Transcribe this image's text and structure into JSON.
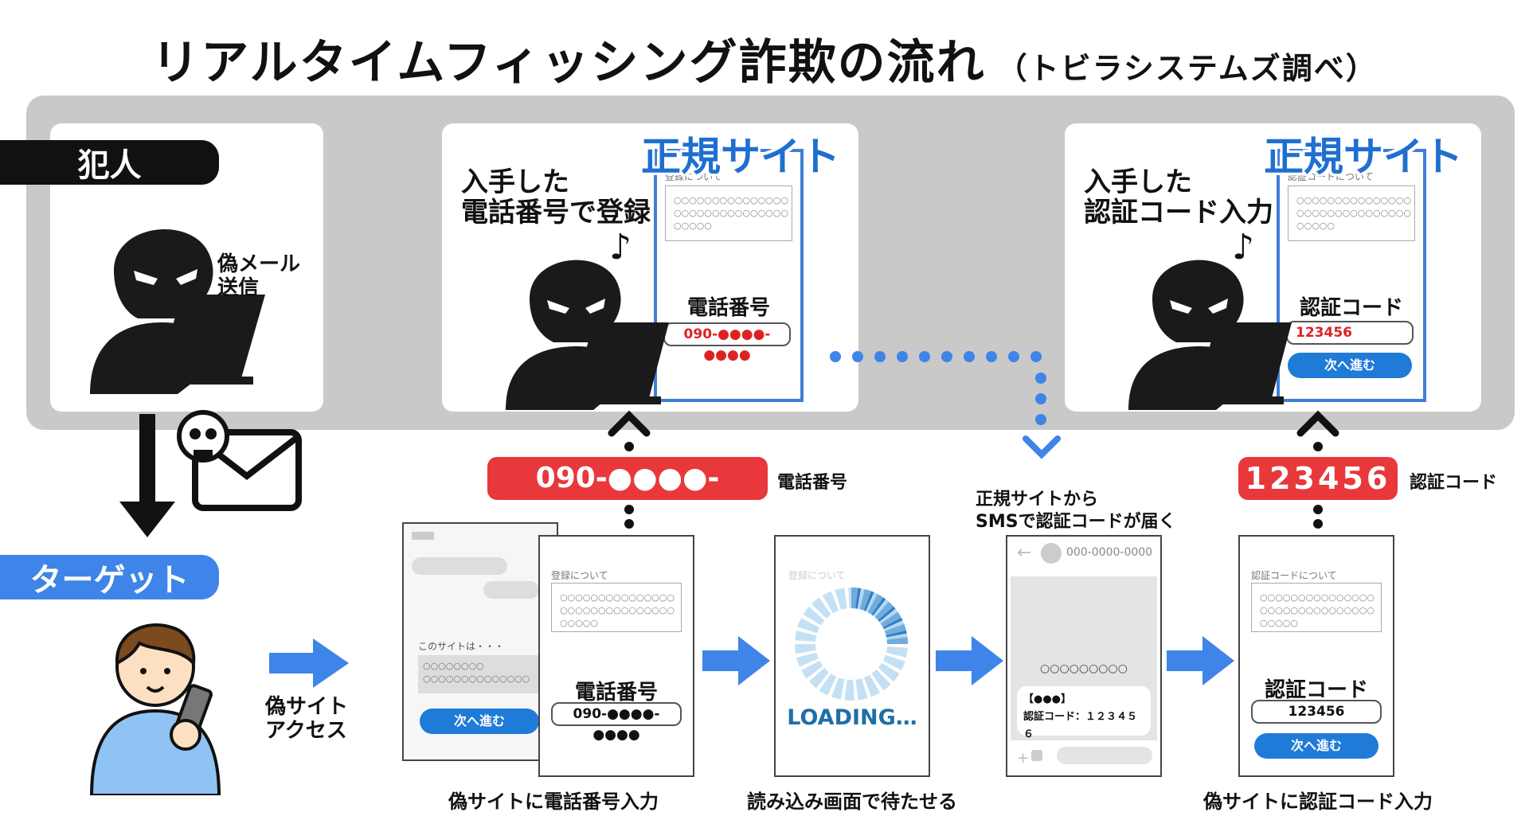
{
  "title": "リアルタイムフィッシング詐欺の流れ",
  "title_note": "（トビラシステムズ調べ）",
  "criminal": {
    "tag": "犯人",
    "action": [
      "偽メール",
      "送信"
    ]
  },
  "target": {
    "tag": "ターゲット",
    "action": [
      "偽サイト",
      "アクセス"
    ]
  },
  "site_panel_1": {
    "heading": [
      "入手した",
      "電話番号で登録"
    ],
    "site_title": "正規サイト",
    "mini_head": "登録について",
    "field_label": "電話番号",
    "field_value": "090-●●●●-●●●●"
  },
  "site_panel_2": {
    "heading": [
      "入手した",
      "認証コード入力"
    ],
    "site_title": "正規サイト",
    "mini_head": "認証コードについて",
    "field_label": "認証コード",
    "field_value": "123456",
    "button": "次へ進む"
  },
  "phone_number_pill": {
    "value": "090-●●●●-●●●●",
    "label": "電話番号"
  },
  "auth_code_pill": {
    "value": "123456",
    "label": "認証コード"
  },
  "sms_note": [
    "正規サイトから",
    "SMSで認証コードが届く"
  ],
  "screens": {
    "fake_top": {
      "notice": "このサイトは・・・",
      "button": "次へ進む"
    },
    "fake_phone": {
      "mini_head": "登録について",
      "field_label": "電話番号",
      "field_value": "090-●●●●-●●●●"
    },
    "loading": {
      "mini_head": "登録について",
      "text": "LOADING…"
    },
    "sms": {
      "sender": "000-0000-0000",
      "bubble_top": "○○○○○○○○○",
      "msg_title": "【●●●】",
      "msg_body": "認証コード：１２３４５６"
    },
    "fake_code": {
      "mini_head": "認証コードについて",
      "field_label": "認証コード",
      "field_value": "123456",
      "button": "次へ進む"
    }
  },
  "mini_placeholder": "○○○○○○○○○○○○○○○",
  "captions": {
    "step1": "偽サイトに電話番号入力",
    "step2": "読み込み画面で待たせる",
    "step3": "偽サイトに認証コード入力"
  },
  "colors": {
    "accent_blue": "#1f7ad8",
    "alert_red": "#e8383b",
    "band_gray": "#c9c9c9"
  }
}
